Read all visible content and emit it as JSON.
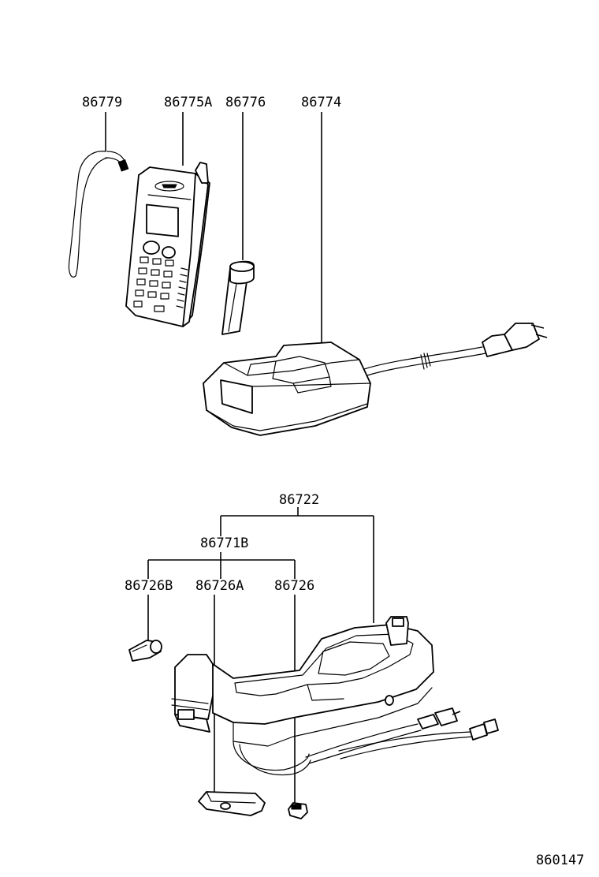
{
  "labels": {
    "strap": "86779",
    "handset": "86775A",
    "battery": "86776",
    "charger": "86774",
    "bracket_assy": "86722",
    "bracket_sub": "86771B",
    "part_b": "86726B",
    "part_a": "86726A",
    "part": "86726",
    "diagram_code": "860147"
  }
}
